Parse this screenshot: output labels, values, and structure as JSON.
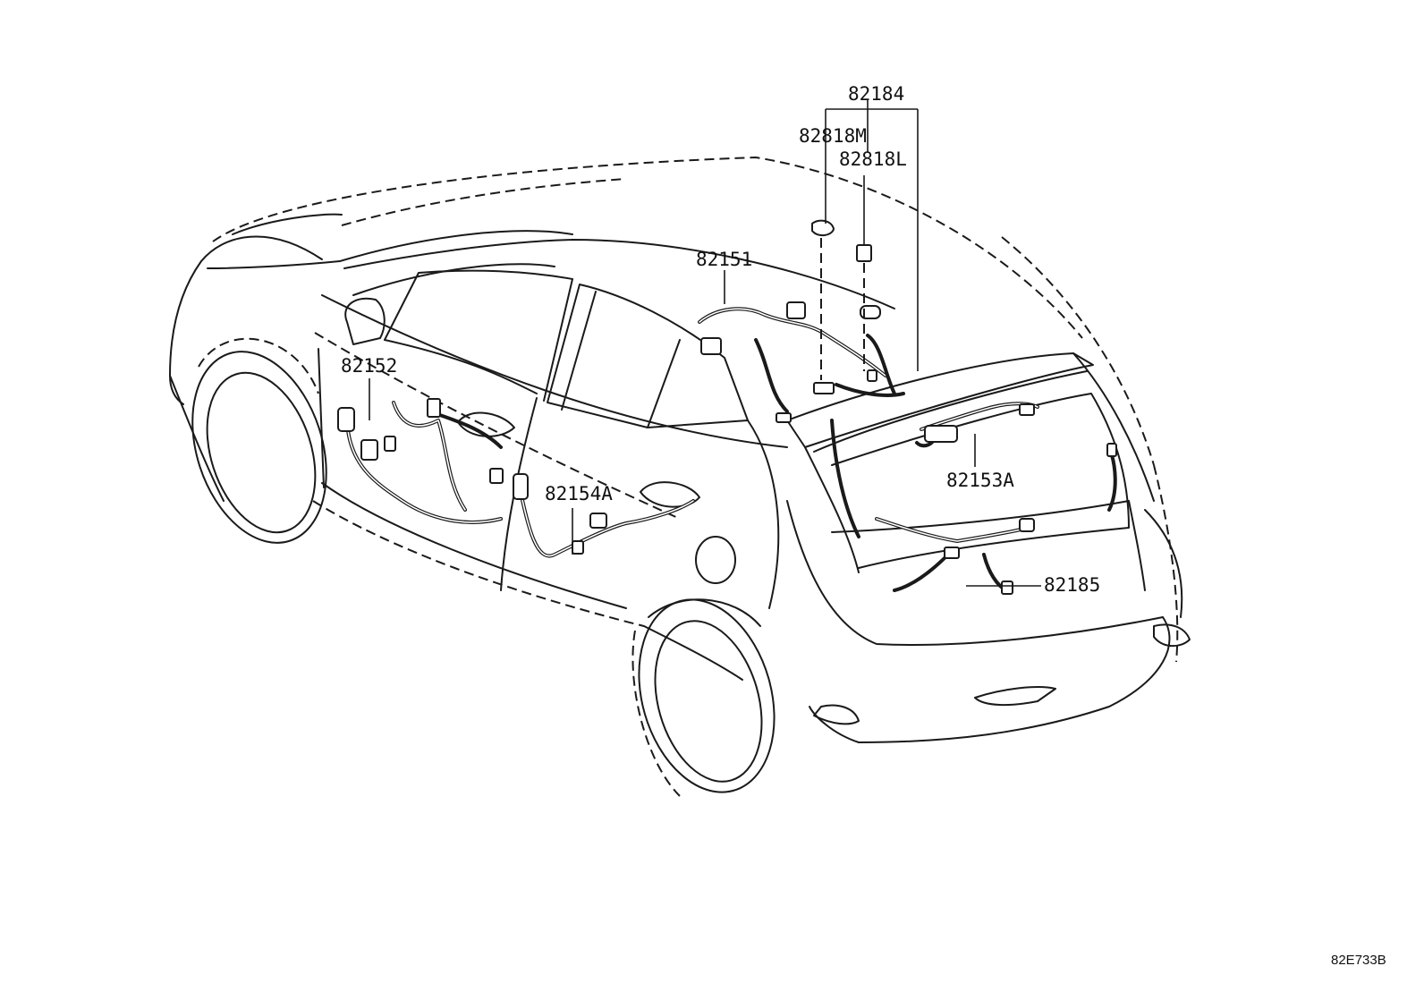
{
  "callouts": {
    "p82184": "82184",
    "p82818M": "82818M",
    "p82818L": "82818L",
    "p82151": "82151",
    "p82152": "82152",
    "p82154A": "82154A",
    "p82153A": "82153A",
    "p82185": "82185"
  },
  "diagram_code": "82E733B",
  "colors": {
    "line": "#1a1a1a",
    "background": "#ffffff"
  }
}
